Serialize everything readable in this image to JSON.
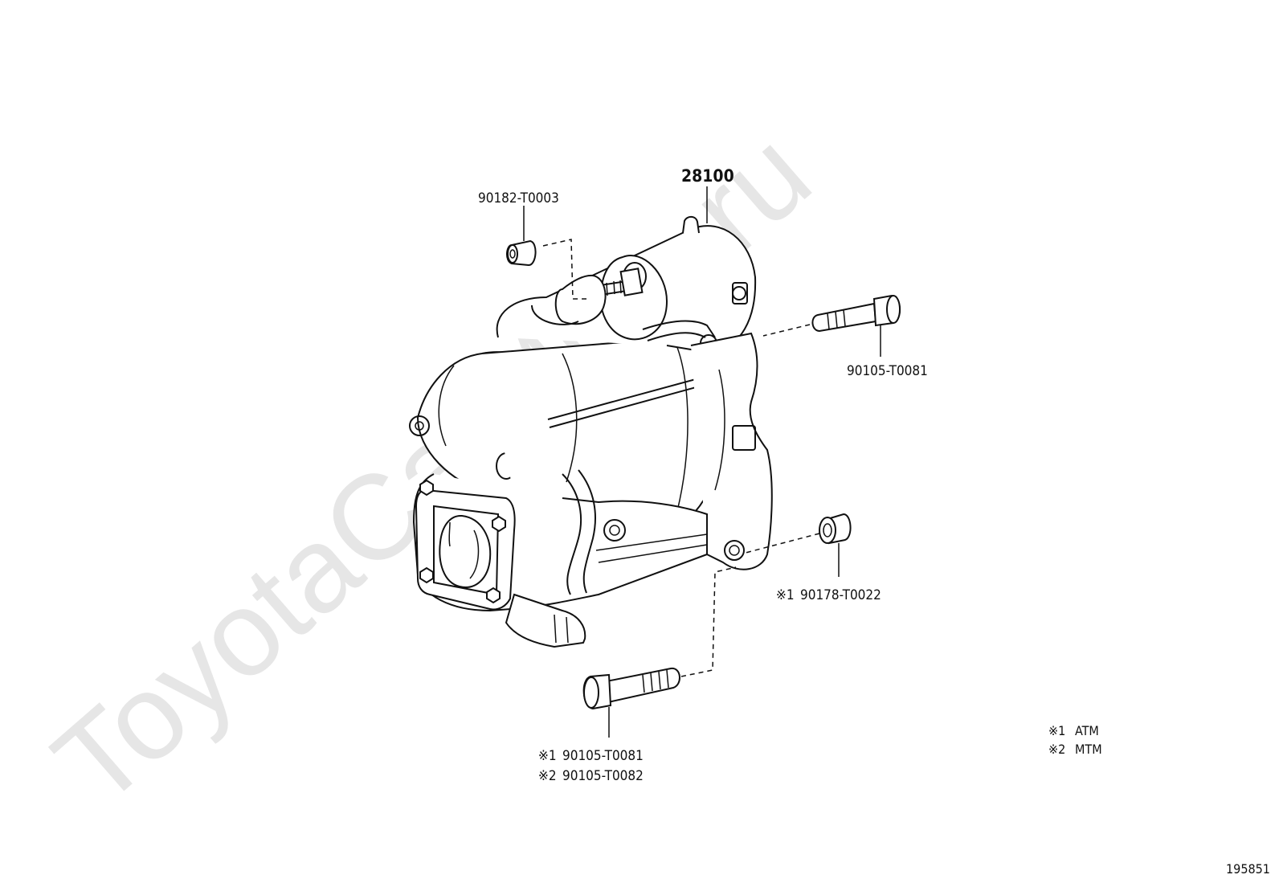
{
  "watermark": "ToyotaCarMine.ru",
  "callouts": {
    "starter": "28100",
    "nut_top": "90182-T0003",
    "bolt_right": "90105-T0081",
    "nut_right": "90178-T0022",
    "nut_right_marker": "※1",
    "bolt_bottom_1": "90105-T0081",
    "bolt_bottom_1_marker": "※1",
    "bolt_bottom_2": "90105-T0082",
    "bolt_bottom_2_marker": "※2"
  },
  "legend": [
    {
      "marker": "※1",
      "text": "ATM"
    },
    {
      "marker": "※2",
      "text": "MTM"
    }
  ],
  "diagram_id": "195851"
}
